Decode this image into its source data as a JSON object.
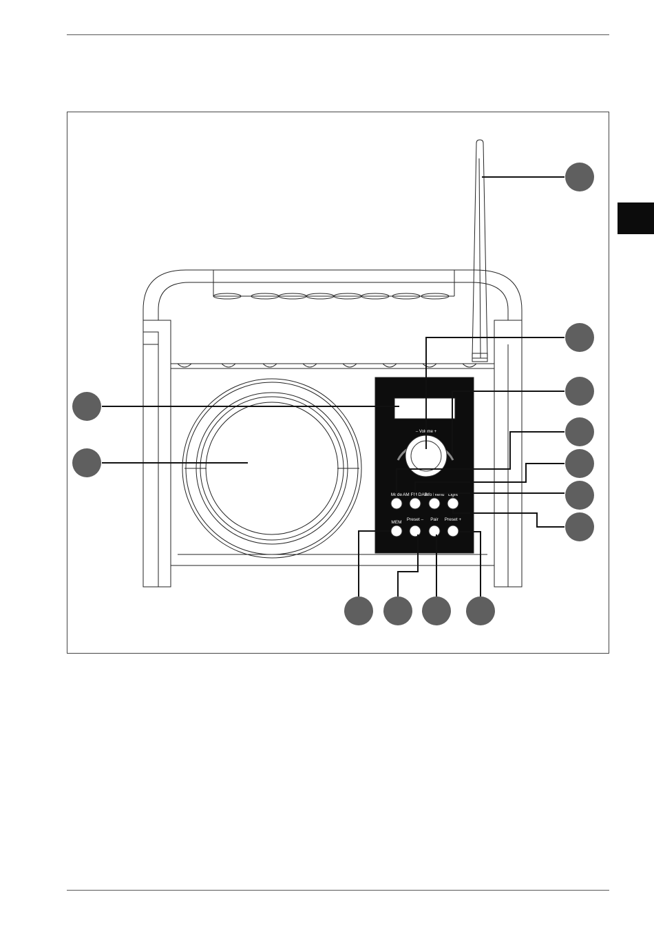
{
  "page": {
    "header_rule": true,
    "footer_rule": true,
    "side_tab_color": "#0c0c0c"
  },
  "figure": {
    "description_callout_color": "#5f5f5f",
    "volume_label": "– Volume +",
    "buttons": [
      {
        "name": "mode",
        "label": "Mode",
        "icon": "power-icon"
      },
      {
        "name": "band",
        "label": "AM FM DAB"
      },
      {
        "name": "info",
        "label": "Info Menu"
      },
      {
        "name": "light",
        "label": "Light"
      },
      {
        "name": "mem",
        "label": "MEM"
      },
      {
        "name": "preset-minus",
        "label": "Preset –",
        "icon": "previous-icon"
      },
      {
        "name": "pair",
        "label": "Pair",
        "icon": "play-pause-icon"
      },
      {
        "name": "preset-plus",
        "label": "Preset +",
        "icon": "next-icon"
      }
    ]
  }
}
